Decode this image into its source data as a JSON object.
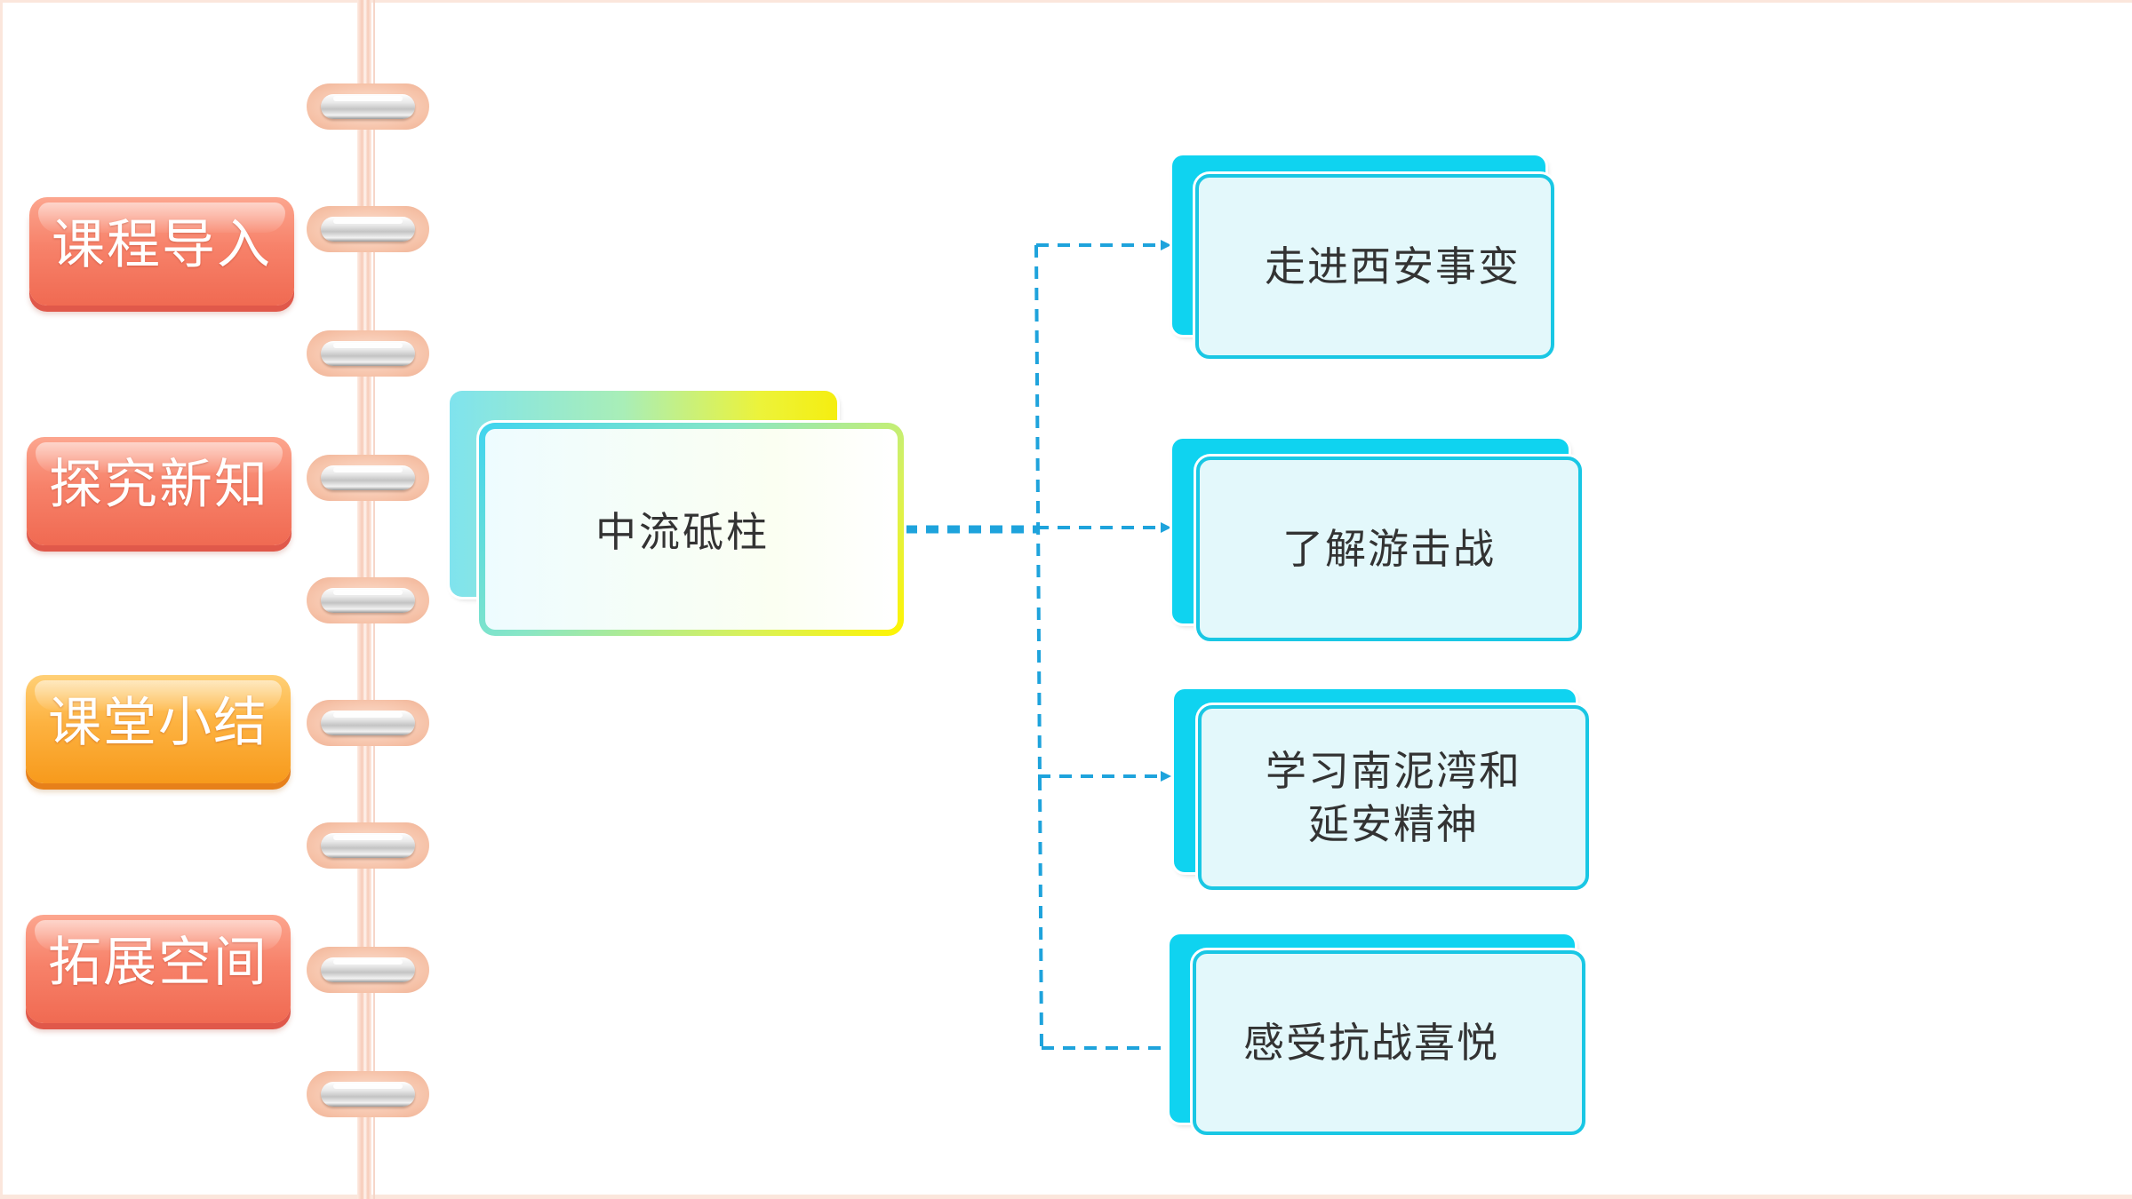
{
  "nav": {
    "items": [
      {
        "label": "课程导入"
      },
      {
        "label": "探究新知"
      },
      {
        "label": "课堂小结"
      },
      {
        "label": "拓展空间"
      }
    ]
  },
  "diagram": {
    "center": {
      "label": "中流砥柱"
    },
    "branches": [
      {
        "lines": [
          "走进西安事变"
        ]
      },
      {
        "lines": [
          "了解游击战"
        ]
      },
      {
        "lines": [
          "学习南泥湾和",
          "延安精神"
        ]
      },
      {
        "lines": [
          "感受抗战喜悦"
        ]
      }
    ]
  },
  "colors": {
    "connector": "#1ea3dc",
    "node_fill": "#e3f8fb",
    "node_border": "#19c7e4",
    "tab_coral": "#f7826a",
    "tab_amber": "#fdb240"
  }
}
